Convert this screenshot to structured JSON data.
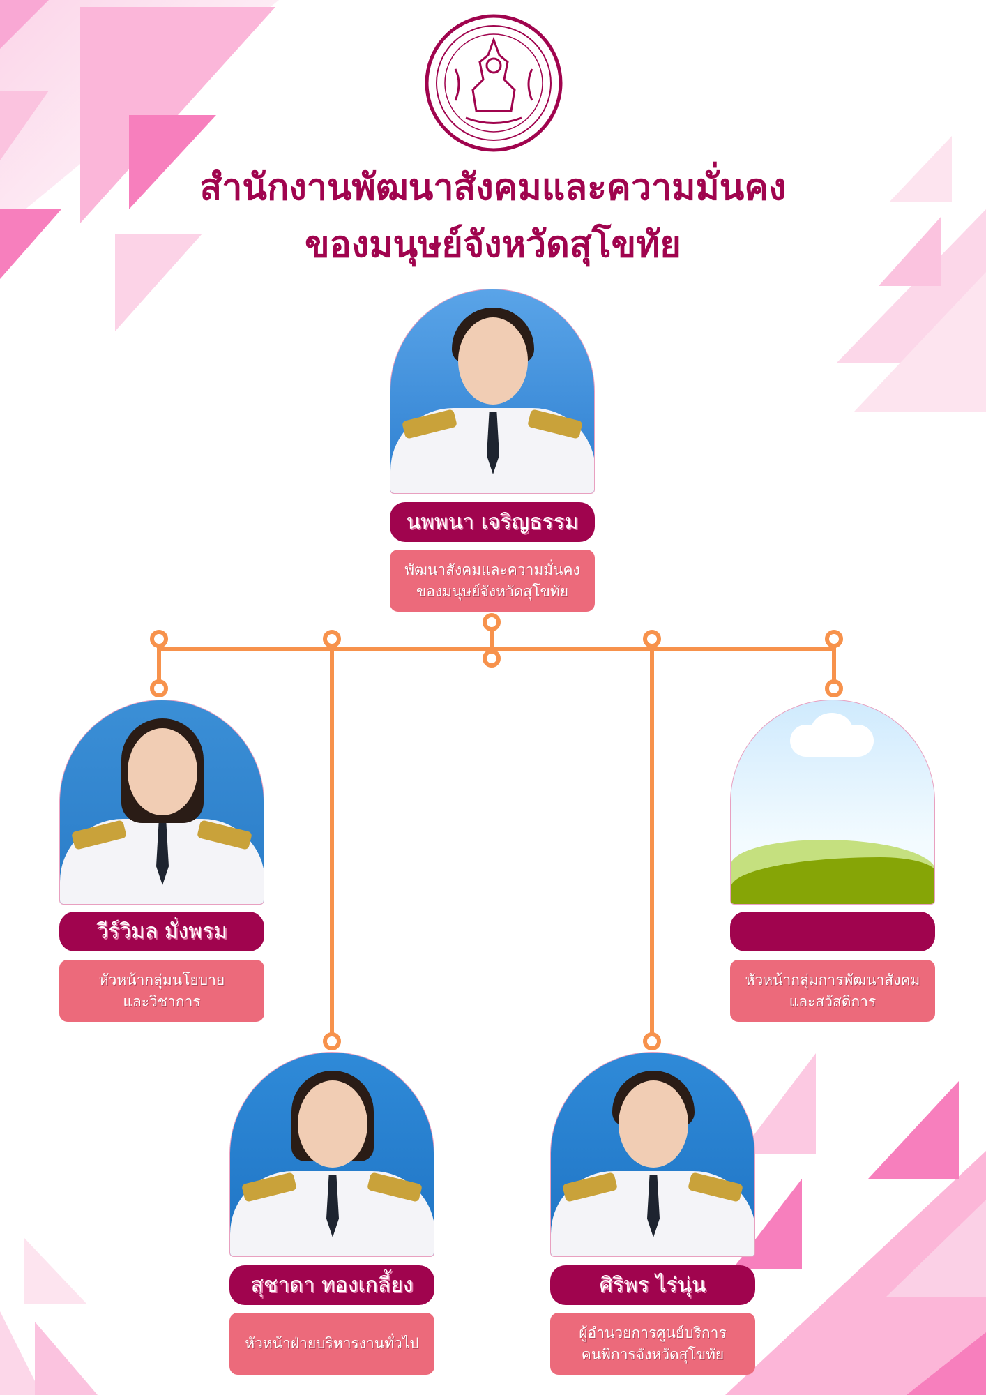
{
  "header": {
    "title_line1": "สำนักงานพัฒนาสังคมและความมั่นคง",
    "title_line2": "ของมนุษย์จังหวัดสุโขทัย",
    "logo_icon": "ministry-seal-icon"
  },
  "colors": {
    "primary": "#a0044e",
    "role_box": "#ec6a7b",
    "connector": "#f7924c",
    "decor_pink": "#f9a8d4"
  },
  "chief": {
    "name": "นพพนา เจริญธรรม",
    "role": "พัฒนาสังคมและความมั่นคง\nของมนุษย์จังหวัดสุโขทัย"
  },
  "members": [
    {
      "name": "วีร์วิมล มั่งพรม",
      "role": "หัวหน้ากลุ่มนโยบาย\nและวิชาการ"
    },
    {
      "name": "",
      "role": "หัวหน้ากลุ่มการพัฒนาสังคม\nและสวัสดิการ"
    },
    {
      "name": "สุชาดา ทองเกลี้ยง",
      "role": "หัวหน้าฝ่ายบริหารงานทั่วไป"
    },
    {
      "name": "ศิริพร ไร่นุ่น",
      "role": "ผู้อำนวยการศูนย์บริการ\nคนพิการจังหวัดสุโขทัย"
    }
  ]
}
